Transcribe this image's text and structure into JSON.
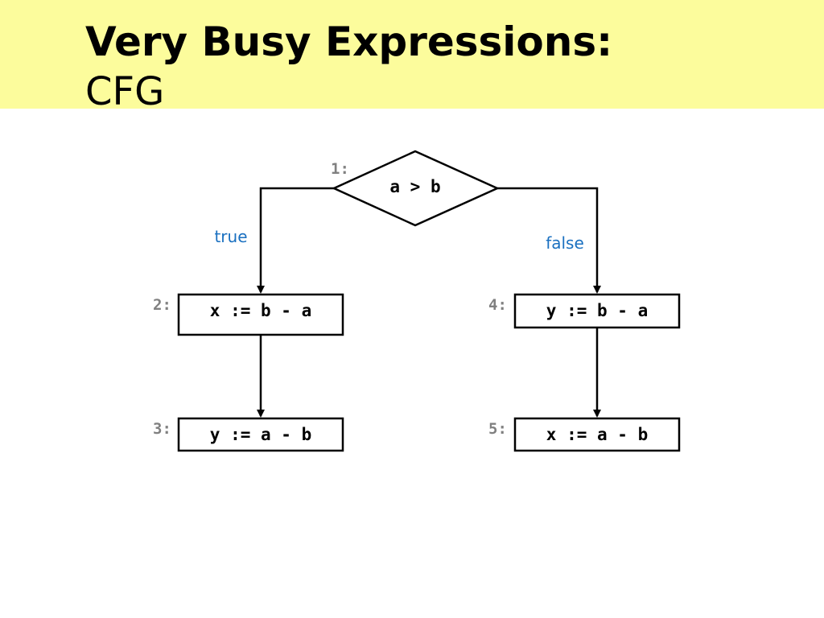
{
  "title": {
    "line1": "Very Busy Expressions:",
    "line2": "CFG"
  },
  "colors": {
    "title_band": "#fcfc9c",
    "edge_label": "#1a70c0",
    "node_number": "#808080"
  },
  "cfg": {
    "nodes": [
      {
        "id": "1",
        "number": "1:",
        "label": "a > b",
        "shape": "diamond"
      },
      {
        "id": "2",
        "number": "2:",
        "label": "x := b - a",
        "shape": "box"
      },
      {
        "id": "3",
        "number": "3:",
        "label": "y := a - b",
        "shape": "box"
      },
      {
        "id": "4",
        "number": "4:",
        "label": "y := b - a",
        "shape": "box"
      },
      {
        "id": "5",
        "number": "5:",
        "label": "x := a - b",
        "shape": "box"
      }
    ],
    "edges": [
      {
        "from": "1",
        "to": "2",
        "label": "true"
      },
      {
        "from": "1",
        "to": "4",
        "label": "false"
      },
      {
        "from": "2",
        "to": "3",
        "label": ""
      },
      {
        "from": "4",
        "to": "5",
        "label": ""
      }
    ]
  }
}
